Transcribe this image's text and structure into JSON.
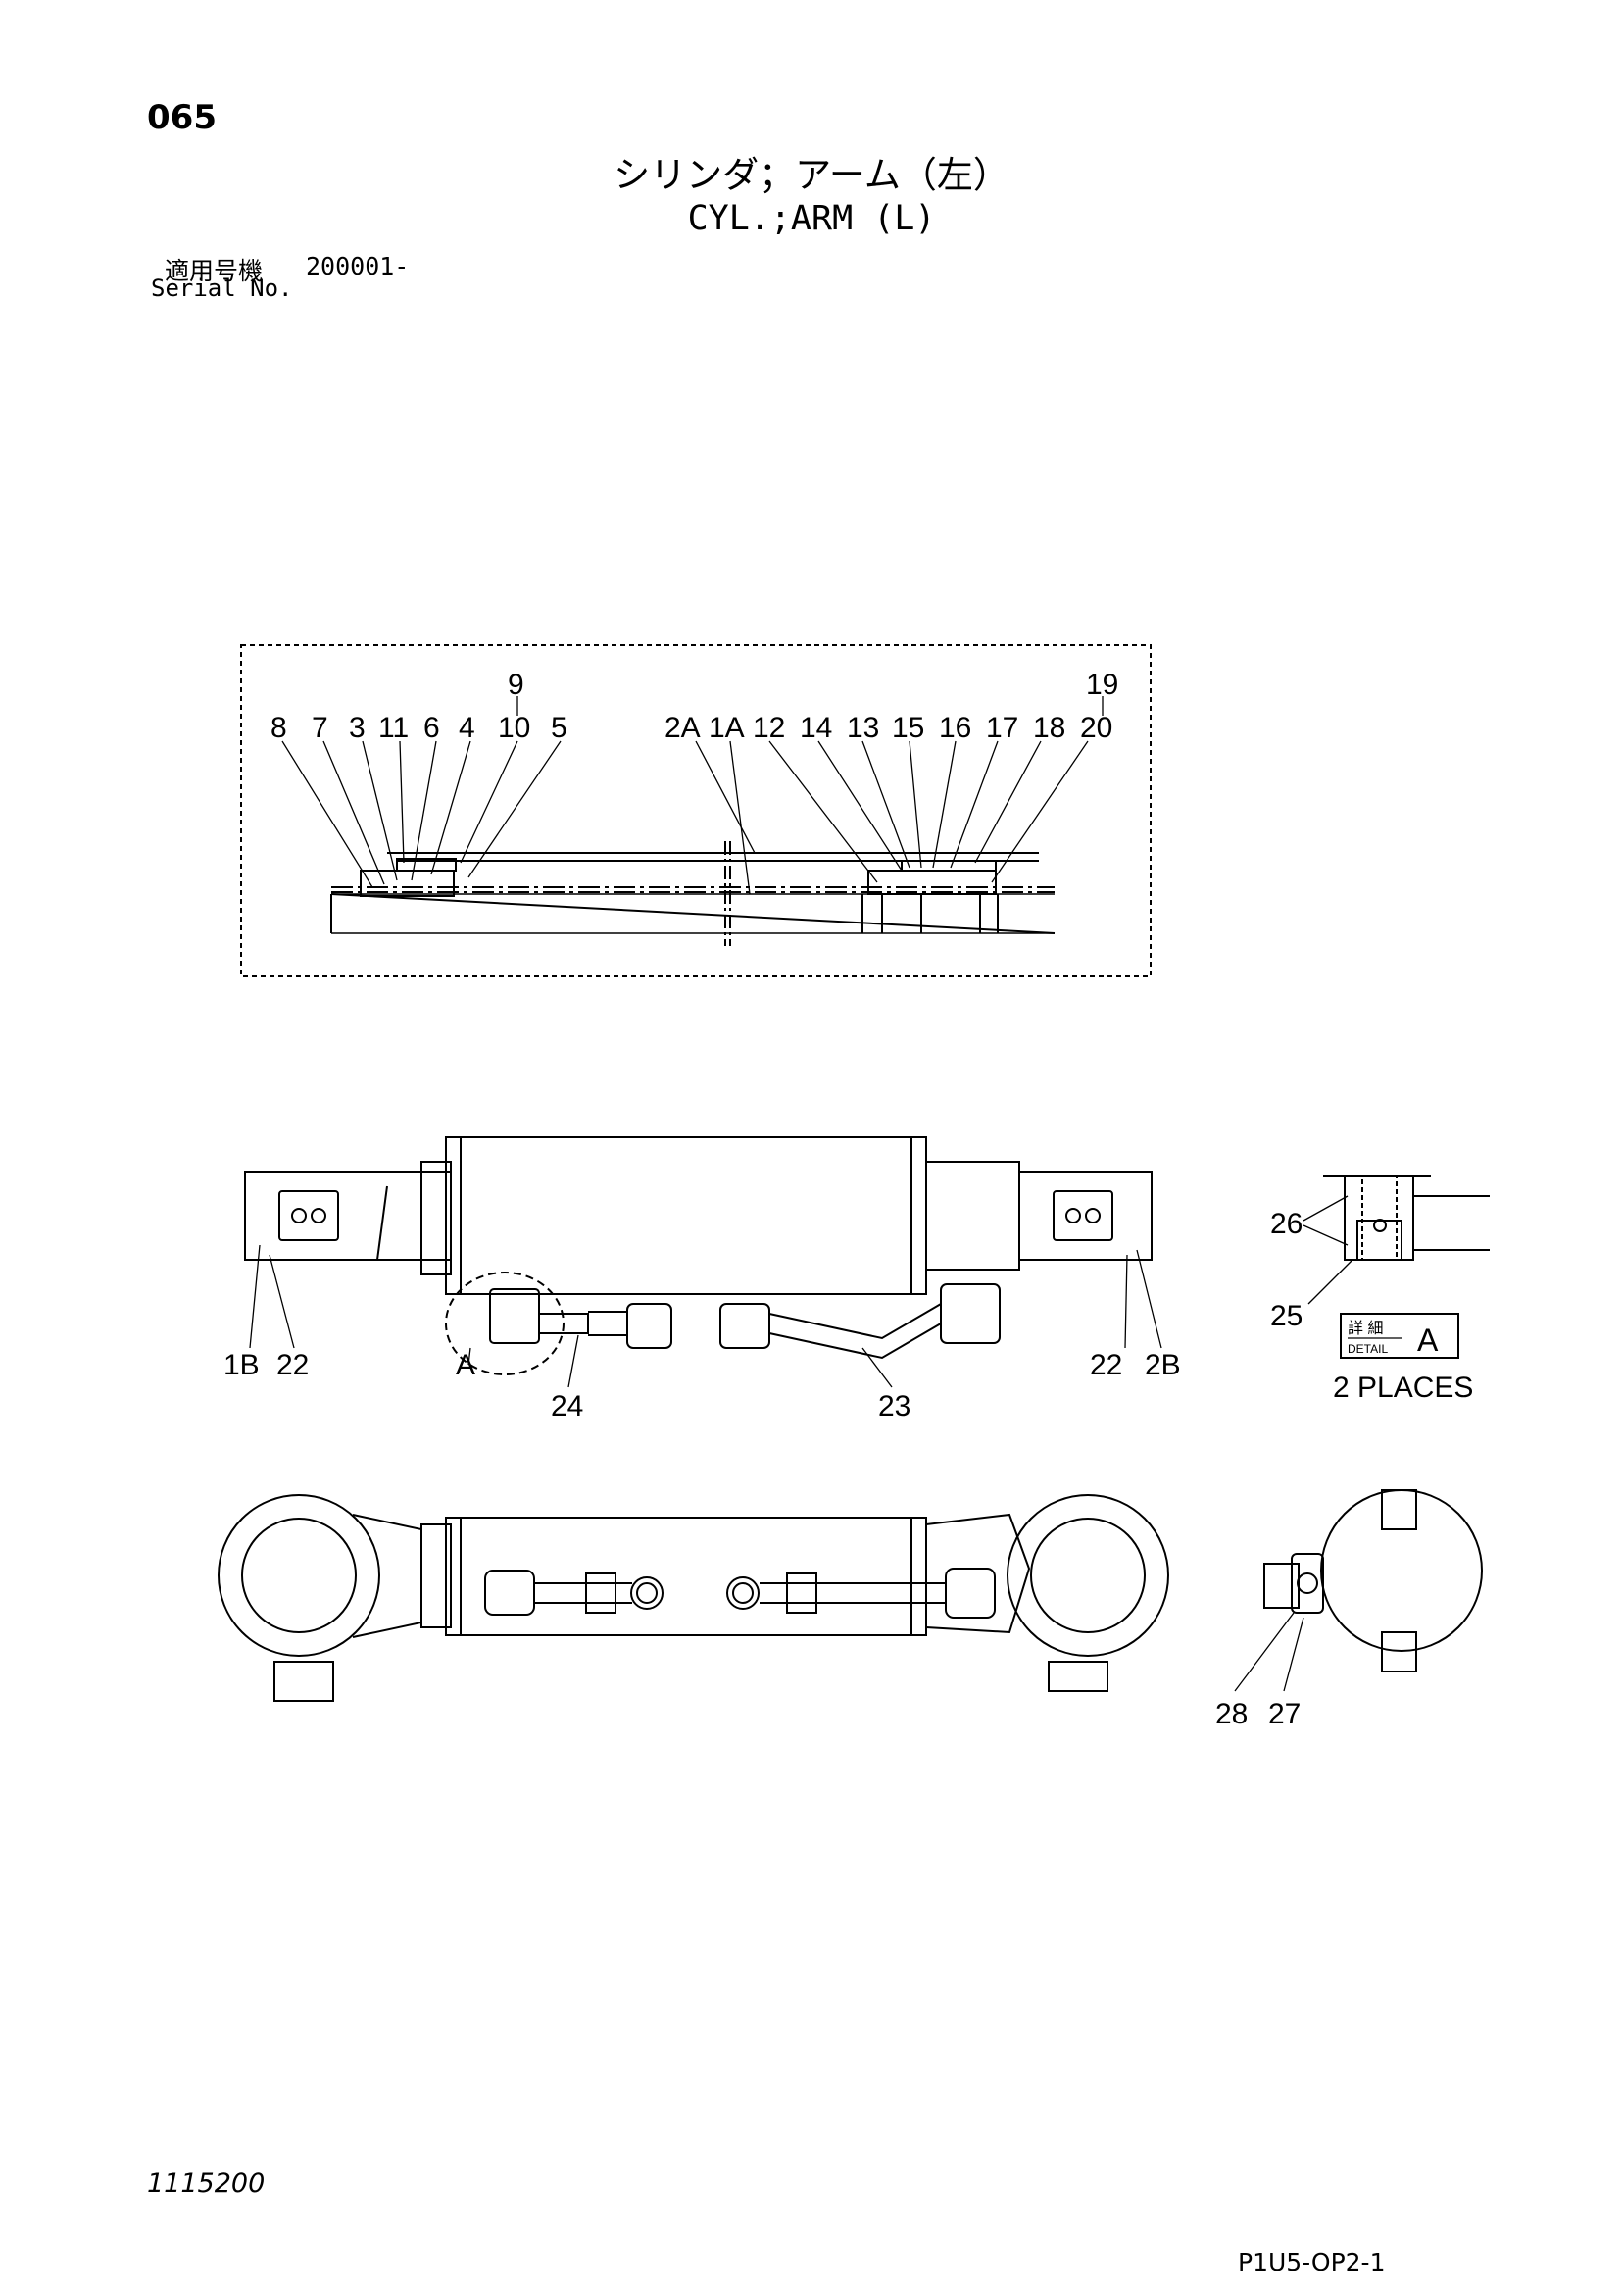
{
  "page_number": "065",
  "title_ja": "シリンダ；アーム（左）",
  "title_en": "CYL.;ARM (L)",
  "serial": {
    "label_ja": "適用号機",
    "value": "200001-",
    "label_en": "Serial No."
  },
  "detail_view": {
    "top_labels": [
      "9",
      "19"
    ],
    "labels": [
      "8",
      "7",
      "3",
      "11",
      "6",
      "4",
      "10",
      "5",
      "2A",
      "1A",
      "12",
      "14",
      "13",
      "15",
      "16",
      "17",
      "18",
      "20"
    ]
  },
  "side_view": {
    "labels": [
      "1B",
      "22",
      "A",
      "24",
      "23",
      "22",
      "2B"
    ]
  },
  "detail_a": {
    "labels": [
      "26",
      "25"
    ],
    "badge_ja": "詳 細",
    "badge_en": "DETAIL",
    "badge_letter": "A",
    "note": "2 PLACES"
  },
  "end_view": {
    "labels": [
      "28",
      "27"
    ]
  },
  "drawing_number": "1115200",
  "page_code": "P1U5-OP2-1"
}
